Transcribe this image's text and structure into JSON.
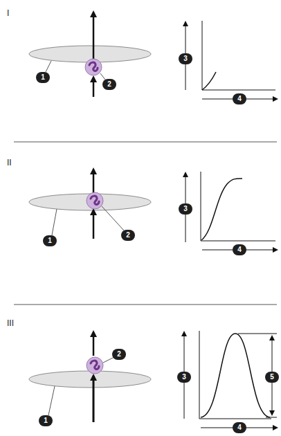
{
  "diagram": {
    "labels": [
      "I",
      "1",
      "2",
      "3",
      "4",
      "II",
      "1",
      "2",
      "3",
      "4",
      "III",
      "2",
      "1",
      "3",
      "4",
      "5"
    ]
  }
}
